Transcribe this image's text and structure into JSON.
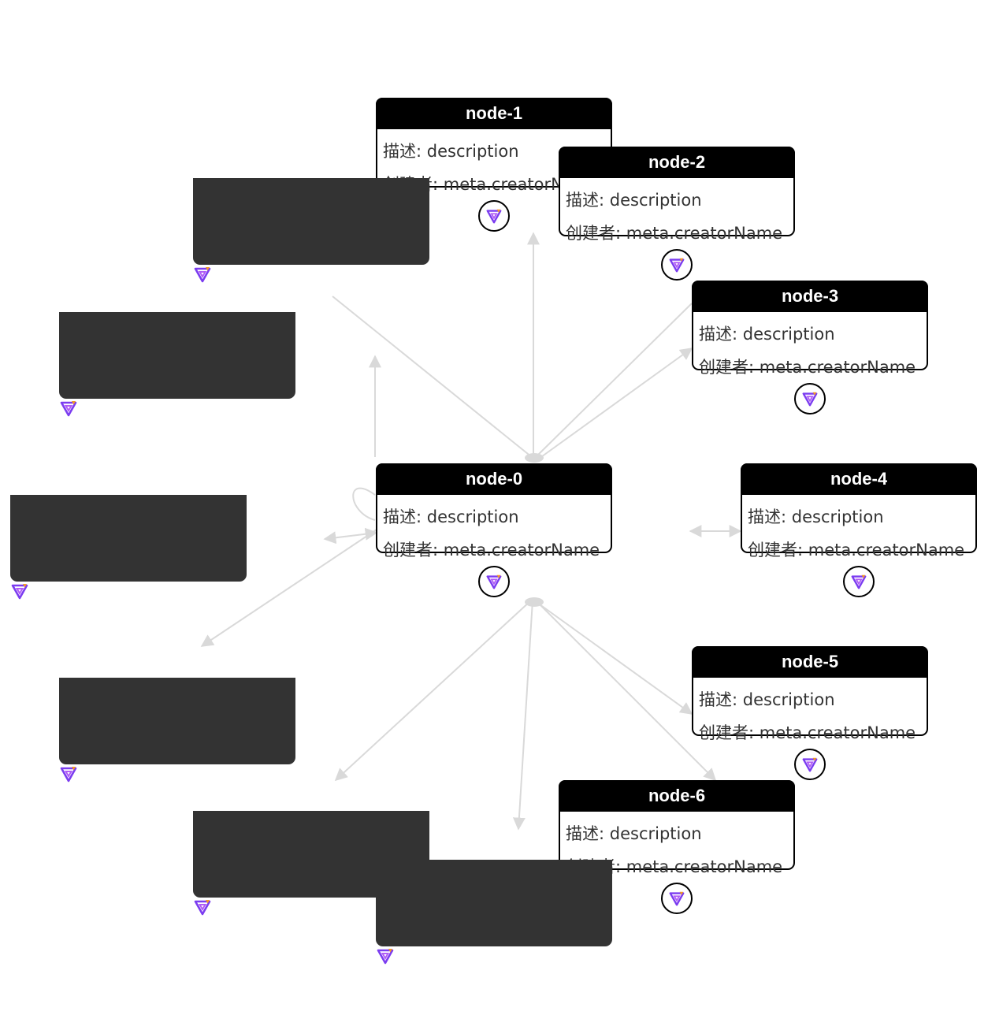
{
  "labels": {
    "desc_key": "描述",
    "desc_value": "description",
    "creator_key": "创建者",
    "creator_value": "meta.creatorName"
  },
  "nodes": [
    {
      "id": "node-0",
      "title": "node-0"
    },
    {
      "id": "node-1",
      "title": "node-1"
    },
    {
      "id": "node-2",
      "title": "node-2"
    },
    {
      "id": "node-3",
      "title": "node-3"
    },
    {
      "id": "node-4",
      "title": "node-4"
    },
    {
      "id": "node-5",
      "title": "node-5"
    },
    {
      "id": "node-6",
      "title": "node-6"
    }
  ],
  "edges": [
    {
      "from": "node-0",
      "to": "node-1"
    },
    {
      "from": "node-0",
      "to": "node-3"
    },
    {
      "from": "node-0",
      "to": "node-4"
    },
    {
      "from": "node-0",
      "to": "node-5"
    },
    {
      "from": "node-0",
      "to": "node-6"
    }
  ],
  "colors": {
    "header": "#000000",
    "border": "#000000",
    "edge": "#d9d9d9",
    "redacted_block": "#333333",
    "icon_purple": "#7b3cf0",
    "icon_orange": "#f59a23"
  },
  "icons": {
    "node_badge": "triangle-logo-icon"
  }
}
